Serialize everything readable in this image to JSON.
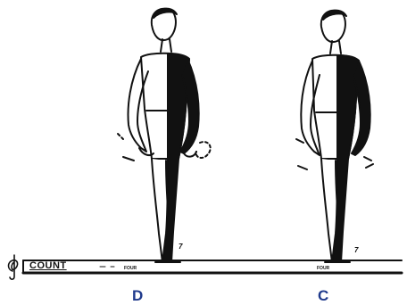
{
  "count_label": "COUNT",
  "count_words": [
    "FOUR",
    "FOUR"
  ],
  "figure_labels": [
    "D",
    "C"
  ],
  "beat_marks": [
    "7",
    "7"
  ],
  "colors": {
    "ink": "#111111",
    "label_blue": "#1f3a8c"
  }
}
